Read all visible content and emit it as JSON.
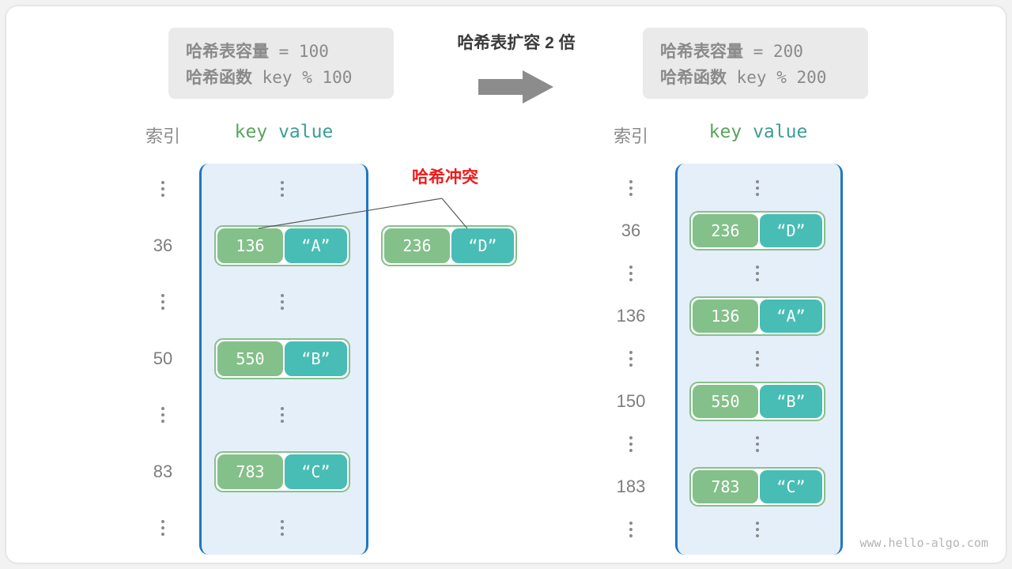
{
  "watermark": "www.hello-algo.com",
  "expand": {
    "title": "哈希表扩容 2 倍",
    "arrow_icon": "right-arrow-icon"
  },
  "info_left": {
    "capacity_label": "哈希表容量",
    "capacity_value": " = 100",
    "function_label": "哈希函数",
    "function_value": " key % 100"
  },
  "info_right": {
    "capacity_label": "哈希表容量",
    "capacity_value": " = 200",
    "function_label": "哈希函数",
    "function_value": " key % 200"
  },
  "collision": {
    "label": "哈希冲突"
  },
  "headers": {
    "index": "索引",
    "key": "key",
    "value": "value"
  },
  "left_table": {
    "rows": [
      {
        "type": "dots",
        "index": "⋮"
      },
      {
        "type": "entry",
        "index": "36",
        "key": "136",
        "value": "“A”"
      },
      {
        "type": "dots",
        "index": "⋮"
      },
      {
        "type": "entry",
        "index": "50",
        "key": "550",
        "value": "“B”"
      },
      {
        "type": "dots",
        "index": "⋮"
      },
      {
        "type": "entry",
        "index": "83",
        "key": "783",
        "value": "“C”"
      },
      {
        "type": "dots",
        "index": "⋮"
      }
    ]
  },
  "detached_pair": {
    "key": "236",
    "value": "“D”"
  },
  "right_table": {
    "rows": [
      {
        "type": "dots",
        "index": "⋮"
      },
      {
        "type": "entry",
        "index": "36",
        "key": "236",
        "value": "“D”"
      },
      {
        "type": "dots",
        "index": "⋮"
      },
      {
        "type": "entry",
        "index": "136",
        "key": "136",
        "value": "“A”"
      },
      {
        "type": "dots",
        "index": "⋮"
      },
      {
        "type": "entry",
        "index": "150",
        "key": "550",
        "value": "“B”"
      },
      {
        "type": "dots",
        "index": "⋮"
      },
      {
        "type": "entry",
        "index": "183",
        "key": "783",
        "value": "“C”"
      },
      {
        "type": "dots",
        "index": "⋮"
      }
    ]
  },
  "colors": {
    "bucket_fill": "#e4eff9",
    "bucket_border": "#1f76c2",
    "key_cell": "#84c08a",
    "value_cell": "#47bdb5",
    "pair_border": "#86c08c",
    "collision_red": "#ee1c1c",
    "info_box_bg": "#eaeaea",
    "muted_text": "#8a8a8a"
  }
}
